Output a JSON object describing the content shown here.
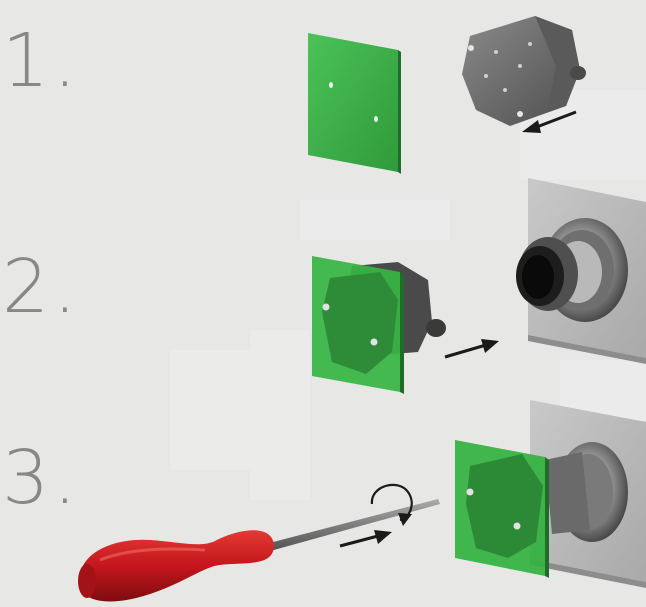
{
  "steps": [
    {
      "number": "1.",
      "illustration": "align-green-gasket-with-connector-insert"
    },
    {
      "number": "2.",
      "illustration": "push-gasket-and-insert-into-panel-receptacle"
    },
    {
      "number": "3.",
      "illustration": "tighten-screws-with-screwdriver"
    }
  ],
  "colors": {
    "background": "#e7e7e6",
    "step_number": "#878787",
    "gasket_green": "#3fb54a",
    "panel_grey": "#bdbdbd",
    "screwdriver_red": "#c4161c",
    "arrow": "#1a1a1a"
  },
  "icons": [
    "arrow-icon",
    "rotation-arrow-icon",
    "screwdriver-icon"
  ]
}
